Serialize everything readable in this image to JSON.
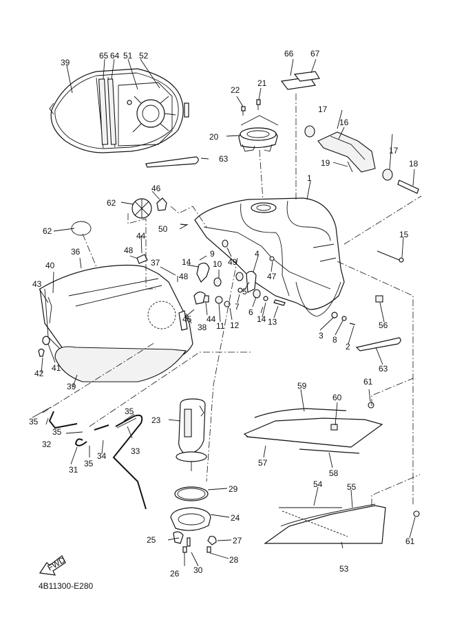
{
  "diagram": {
    "title": "Fuel Tank exploded parts diagram",
    "code": "4B11300-E280",
    "fwd_label": "FWD"
  },
  "callouts": [
    {
      "id": "c1",
      "text": "1"
    },
    {
      "id": "c2",
      "text": "2"
    },
    {
      "id": "c3",
      "text": "3"
    },
    {
      "id": "c4",
      "text": "4"
    },
    {
      "id": "c5",
      "text": "5"
    },
    {
      "id": "c6",
      "text": "6"
    },
    {
      "id": "c7",
      "text": "7"
    },
    {
      "id": "c8",
      "text": "8"
    },
    {
      "id": "c9",
      "text": "9"
    },
    {
      "id": "c10",
      "text": "10"
    },
    {
      "id": "c11",
      "text": "11"
    },
    {
      "id": "c12",
      "text": "12"
    },
    {
      "id": "c13",
      "text": "13"
    },
    {
      "id": "c14a",
      "text": "14"
    },
    {
      "id": "c14b",
      "text": "14"
    },
    {
      "id": "c15",
      "text": "15"
    },
    {
      "id": "c16",
      "text": "16"
    },
    {
      "id": "c17a",
      "text": "17"
    },
    {
      "id": "c17b",
      "text": "17"
    },
    {
      "id": "c18",
      "text": "18"
    },
    {
      "id": "c19",
      "text": "19"
    },
    {
      "id": "c20",
      "text": "20"
    },
    {
      "id": "c21",
      "text": "21"
    },
    {
      "id": "c22",
      "text": "22"
    },
    {
      "id": "c23",
      "text": "23"
    },
    {
      "id": "c24",
      "text": "24"
    },
    {
      "id": "c25",
      "text": "25"
    },
    {
      "id": "c26",
      "text": "26"
    },
    {
      "id": "c27",
      "text": "27"
    },
    {
      "id": "c28",
      "text": "28"
    },
    {
      "id": "c29",
      "text": "29"
    },
    {
      "id": "c30",
      "text": "30"
    },
    {
      "id": "c31",
      "text": "31"
    },
    {
      "id": "c32",
      "text": "32"
    },
    {
      "id": "c33",
      "text": "33"
    },
    {
      "id": "c34",
      "text": "34"
    },
    {
      "id": "c35a",
      "text": "35"
    },
    {
      "id": "c35b",
      "text": "35"
    },
    {
      "id": "c35c",
      "text": "35"
    },
    {
      "id": "c35d",
      "text": "35"
    },
    {
      "id": "c36",
      "text": "36"
    },
    {
      "id": "c37",
      "text": "37"
    },
    {
      "id": "c38",
      "text": "38"
    },
    {
      "id": "c39a",
      "text": "39"
    },
    {
      "id": "c39b",
      "text": "39"
    },
    {
      "id": "c40",
      "text": "40"
    },
    {
      "id": "c41",
      "text": "41"
    },
    {
      "id": "c42",
      "text": "42"
    },
    {
      "id": "c43",
      "text": "43"
    },
    {
      "id": "c44a",
      "text": "44"
    },
    {
      "id": "c44b",
      "text": "44"
    },
    {
      "id": "c45",
      "text": "45"
    },
    {
      "id": "c46",
      "text": "46"
    },
    {
      "id": "c47",
      "text": "47"
    },
    {
      "id": "c48a",
      "text": "48"
    },
    {
      "id": "c48b",
      "text": "48"
    },
    {
      "id": "c49",
      "text": "49"
    },
    {
      "id": "c50",
      "text": "50"
    },
    {
      "id": "c51",
      "text": "51"
    },
    {
      "id": "c52",
      "text": "52"
    },
    {
      "id": "c53",
      "text": "53"
    },
    {
      "id": "c54",
      "text": "54"
    },
    {
      "id": "c55",
      "text": "55"
    },
    {
      "id": "c56",
      "text": "56"
    },
    {
      "id": "c57",
      "text": "57"
    },
    {
      "id": "c58",
      "text": "58"
    },
    {
      "id": "c59",
      "text": "59"
    },
    {
      "id": "c60",
      "text": "60"
    },
    {
      "id": "c61a",
      "text": "61"
    },
    {
      "id": "c61b",
      "text": "61"
    },
    {
      "id": "c62a",
      "text": "62"
    },
    {
      "id": "c62b",
      "text": "62"
    },
    {
      "id": "c63a",
      "text": "63"
    },
    {
      "id": "c63b",
      "text": "63"
    },
    {
      "id": "c64",
      "text": "64"
    },
    {
      "id": "c65",
      "text": "65"
    },
    {
      "id": "c66",
      "text": "66"
    },
    {
      "id": "c67",
      "text": "67"
    }
  ]
}
